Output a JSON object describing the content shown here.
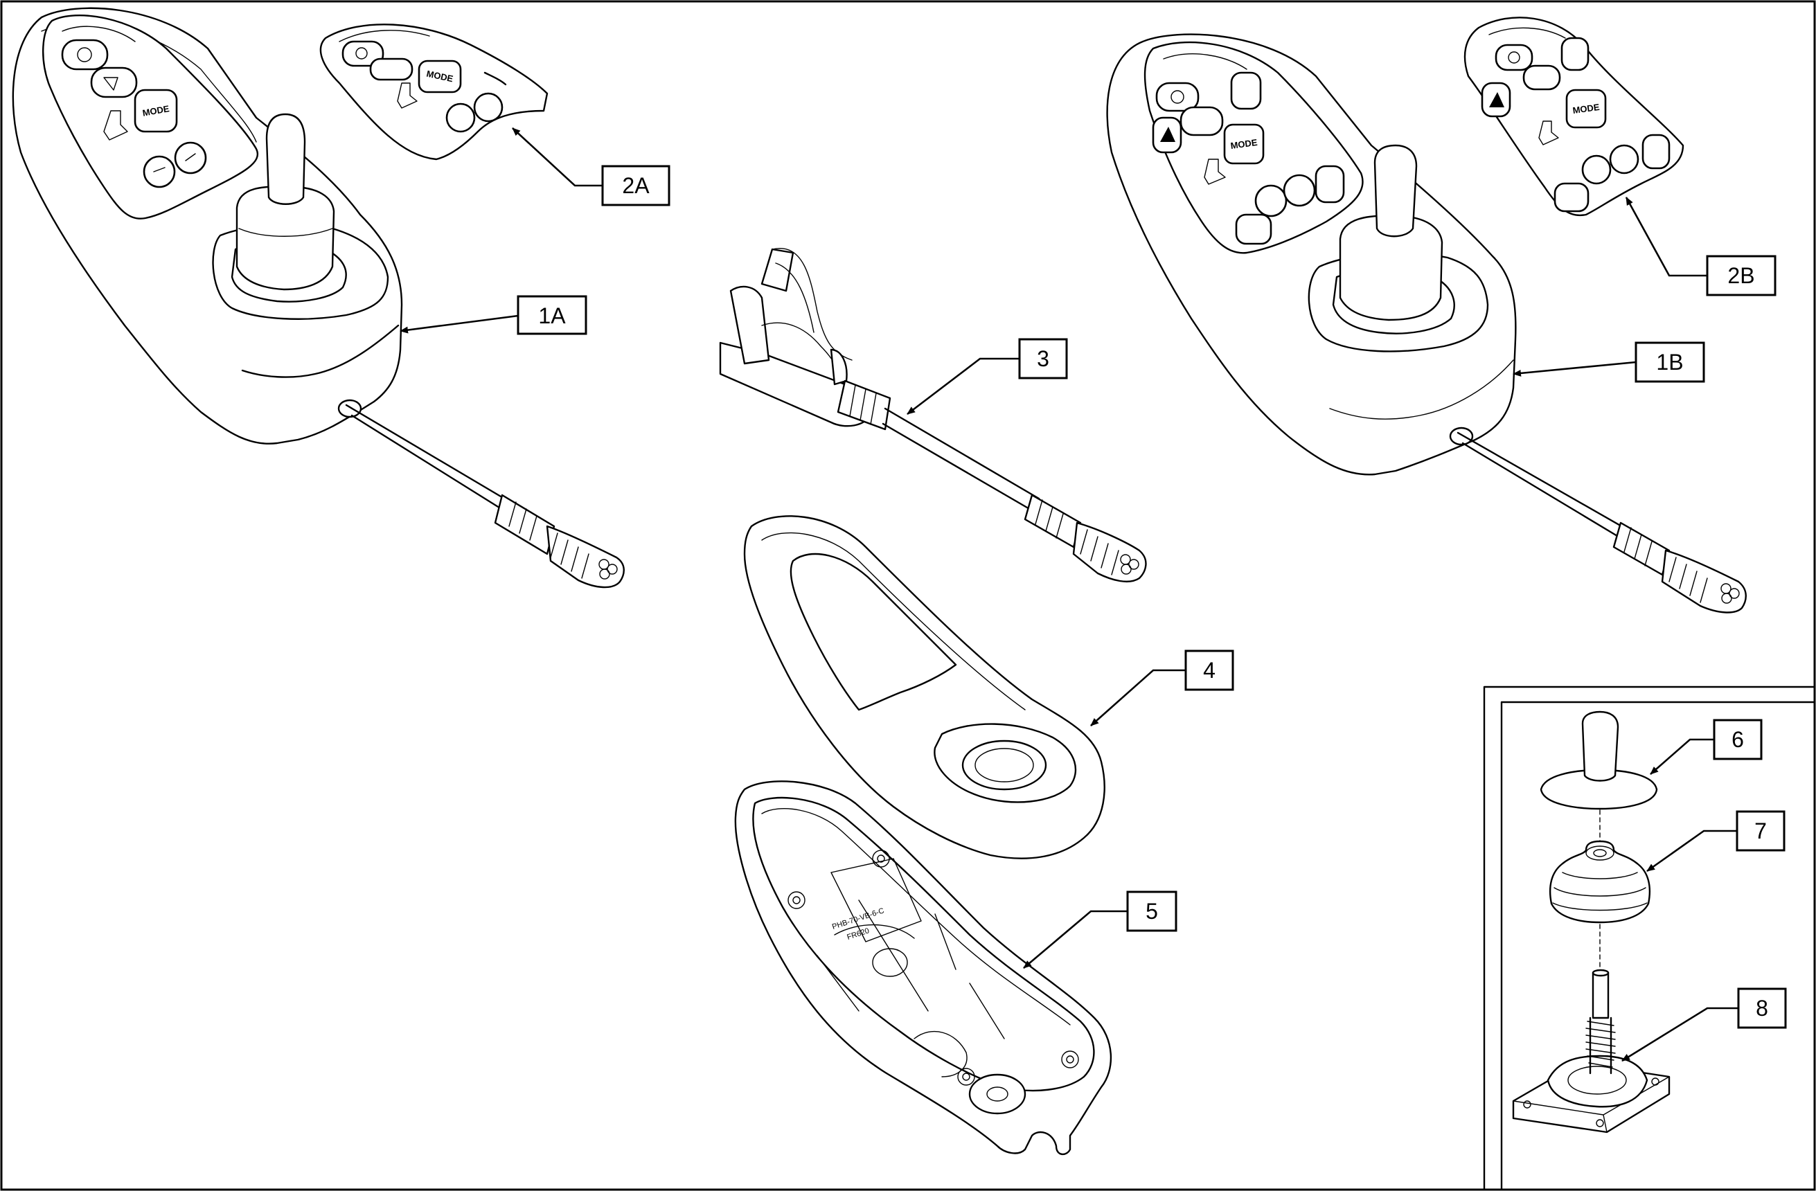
{
  "callouts": {
    "c1A": "1A",
    "c2A": "2A",
    "c3": "3",
    "c1B": "1B",
    "c2B": "2B",
    "c4": "4",
    "c5": "5",
    "c6": "6",
    "c7": "7",
    "c8": "8"
  },
  "keypad": {
    "mode_label": "MODE"
  },
  "base_markings": {
    "line1": "PHB-70-VB-6-C",
    "line2": "FR620"
  },
  "colors": {
    "line": "#000000",
    "background": "#ffffff"
  }
}
